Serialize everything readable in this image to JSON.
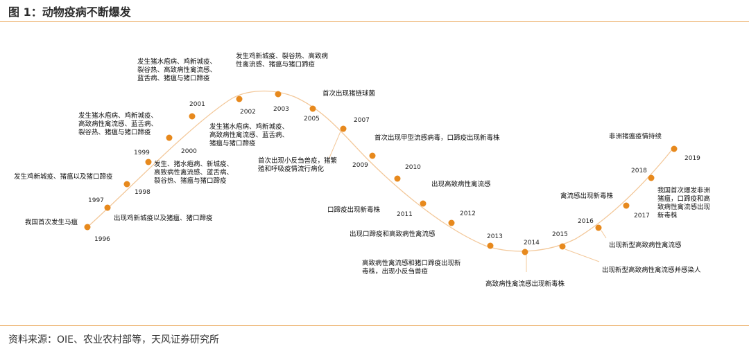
{
  "header": {
    "title": "图 1：动物疫病不断爆发"
  },
  "footer": {
    "source": "资料来源：OIE、农业农村部等，天风证券研究所"
  },
  "timeline": {
    "line_color": "#f3c89a",
    "dot_color": "#e7891d",
    "years": [
      {
        "label": "1996"
      },
      {
        "label": "1997"
      },
      {
        "label": "1998"
      },
      {
        "label": "1999"
      },
      {
        "label": "2000"
      },
      {
        "label": "2001"
      },
      {
        "label": "2002"
      },
      {
        "label": "2003"
      },
      {
        "label": "2005"
      },
      {
        "label": "2007"
      },
      {
        "label": "2009"
      },
      {
        "label": "2010"
      },
      {
        "label": "2011"
      },
      {
        "label": "2012"
      },
      {
        "label": "2013"
      },
      {
        "label": "2014"
      },
      {
        "label": "2015"
      },
      {
        "label": "2016"
      },
      {
        "label": "2017"
      },
      {
        "label": "2018"
      },
      {
        "label": "2019"
      }
    ],
    "events": [
      {
        "lines": [
          "我国首次发生马瘟"
        ]
      },
      {
        "lines": [
          "出现鸡新城疫以及猪瘟、猪口蹄疫"
        ]
      },
      {
        "lines": [
          "发生鸡新城疫、猪瘟以及猪口蹄疫"
        ]
      },
      {
        "lines": [
          "发生、猪水疱病、新城疫、",
          "高致病性禽流感、蓝舌病、",
          "裂谷热、猪瘟与猪口蹄疫"
        ]
      },
      {
        "lines": [
          "发生猪水疱病、鸡新城疫、",
          "高致病性禽流感、蓝舌病、",
          "裂谷热、猪瘟与猪口蹄疫"
        ]
      },
      {
        "lines": [
          "发生猪水疱病、鸡新城疫、",
          "裂谷热、高致病性禽流感、",
          "蓝舌病、猪瘟与猪口蹄疫"
        ]
      },
      {
        "lines": [
          "发生猪水疱病、鸡新城疫、",
          "高致病性禽流感、蓝舌病、",
          "猪瘟与猪口蹄疫"
        ]
      },
      {
        "lines": [
          "发生鸡新城疫、裂谷热、高致病",
          "性禽流感、猪瘟与猪口蹄疫"
        ]
      },
      {
        "lines": [
          "首次出现猪链球菌"
        ]
      },
      {
        "lines": [
          "首次出现小反刍兽疫，猪繁",
          "殖和呼吸疫情流行病化"
        ]
      },
      {
        "lines": [
          "首次出现甲型流感病毒，口蹄疫出现新毒株"
        ]
      },
      {
        "lines": [
          "口蹄疫出现新毒株"
        ]
      },
      {
        "lines": [
          "出现高致病性禽流感"
        ]
      },
      {
        "lines": [
          "出现口蹄疫和高致病性禽流感"
        ]
      },
      {
        "lines": [
          "高致病性禽流感和猪口蹄疫出现新",
          "毒株，出现小反刍兽疫"
        ]
      },
      {
        "lines": [
          "高致病性禽流感出现新毒株"
        ]
      },
      {
        "lines": [
          "出现新型高致病性禽流感并感染人"
        ]
      },
      {
        "lines": [
          "出现新型高致病性禽流感"
        ]
      },
      {
        "lines": [
          "禽流感出现新毒株"
        ]
      },
      {
        "lines": [
          "我国首次爆发非洲",
          "猪瘟，口蹄疫和高",
          "致病性禽流感出现",
          "新毒株"
        ]
      },
      {
        "lines": [
          "非洲猪瘟疫情持续"
        ]
      }
    ]
  }
}
